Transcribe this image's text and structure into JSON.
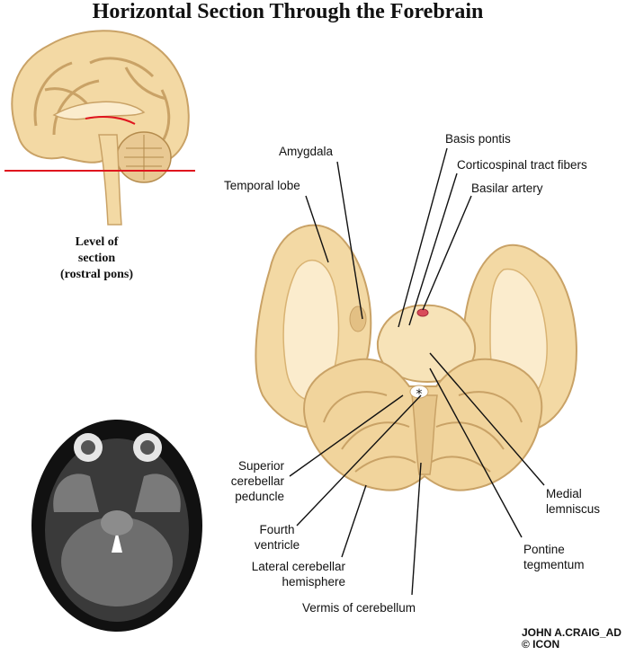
{
  "title": "Horizontal Section Through the Forebrain",
  "inset_caption": [
    "Level of",
    "section",
    "(rostral pons)"
  ],
  "labels": {
    "amygdala": "Amygdala",
    "temporal_lobe": "Temporal lobe",
    "basis_pontis": "Basis pontis",
    "corticospinal": "Corticospinal tract fibers",
    "basilar_artery": "Basilar artery",
    "superior_cerebellar_peduncle": [
      "Superior",
      "cerebellar",
      "peduncle"
    ],
    "fourth_ventricle": [
      "Fourth",
      "ventricle"
    ],
    "lateral_cerebellar_hemisphere": [
      "Lateral cerebellar",
      "hemisphere"
    ],
    "vermis": "Vermis of cerebellum",
    "medial_lemniscus": [
      "Medial",
      "lemniscus"
    ],
    "pontine_tegmentum": [
      "Pontine",
      "tegmentum"
    ]
  },
  "signature": [
    "JOHN A.CRAIG_AD",
    "© ICON"
  ],
  "colors": {
    "tissue": "#f3d9a4",
    "tissue_dark": "#d9b373",
    "white_matter": "#fbeccd",
    "section_line": "#e0141e",
    "artery": "#d94b5a"
  }
}
